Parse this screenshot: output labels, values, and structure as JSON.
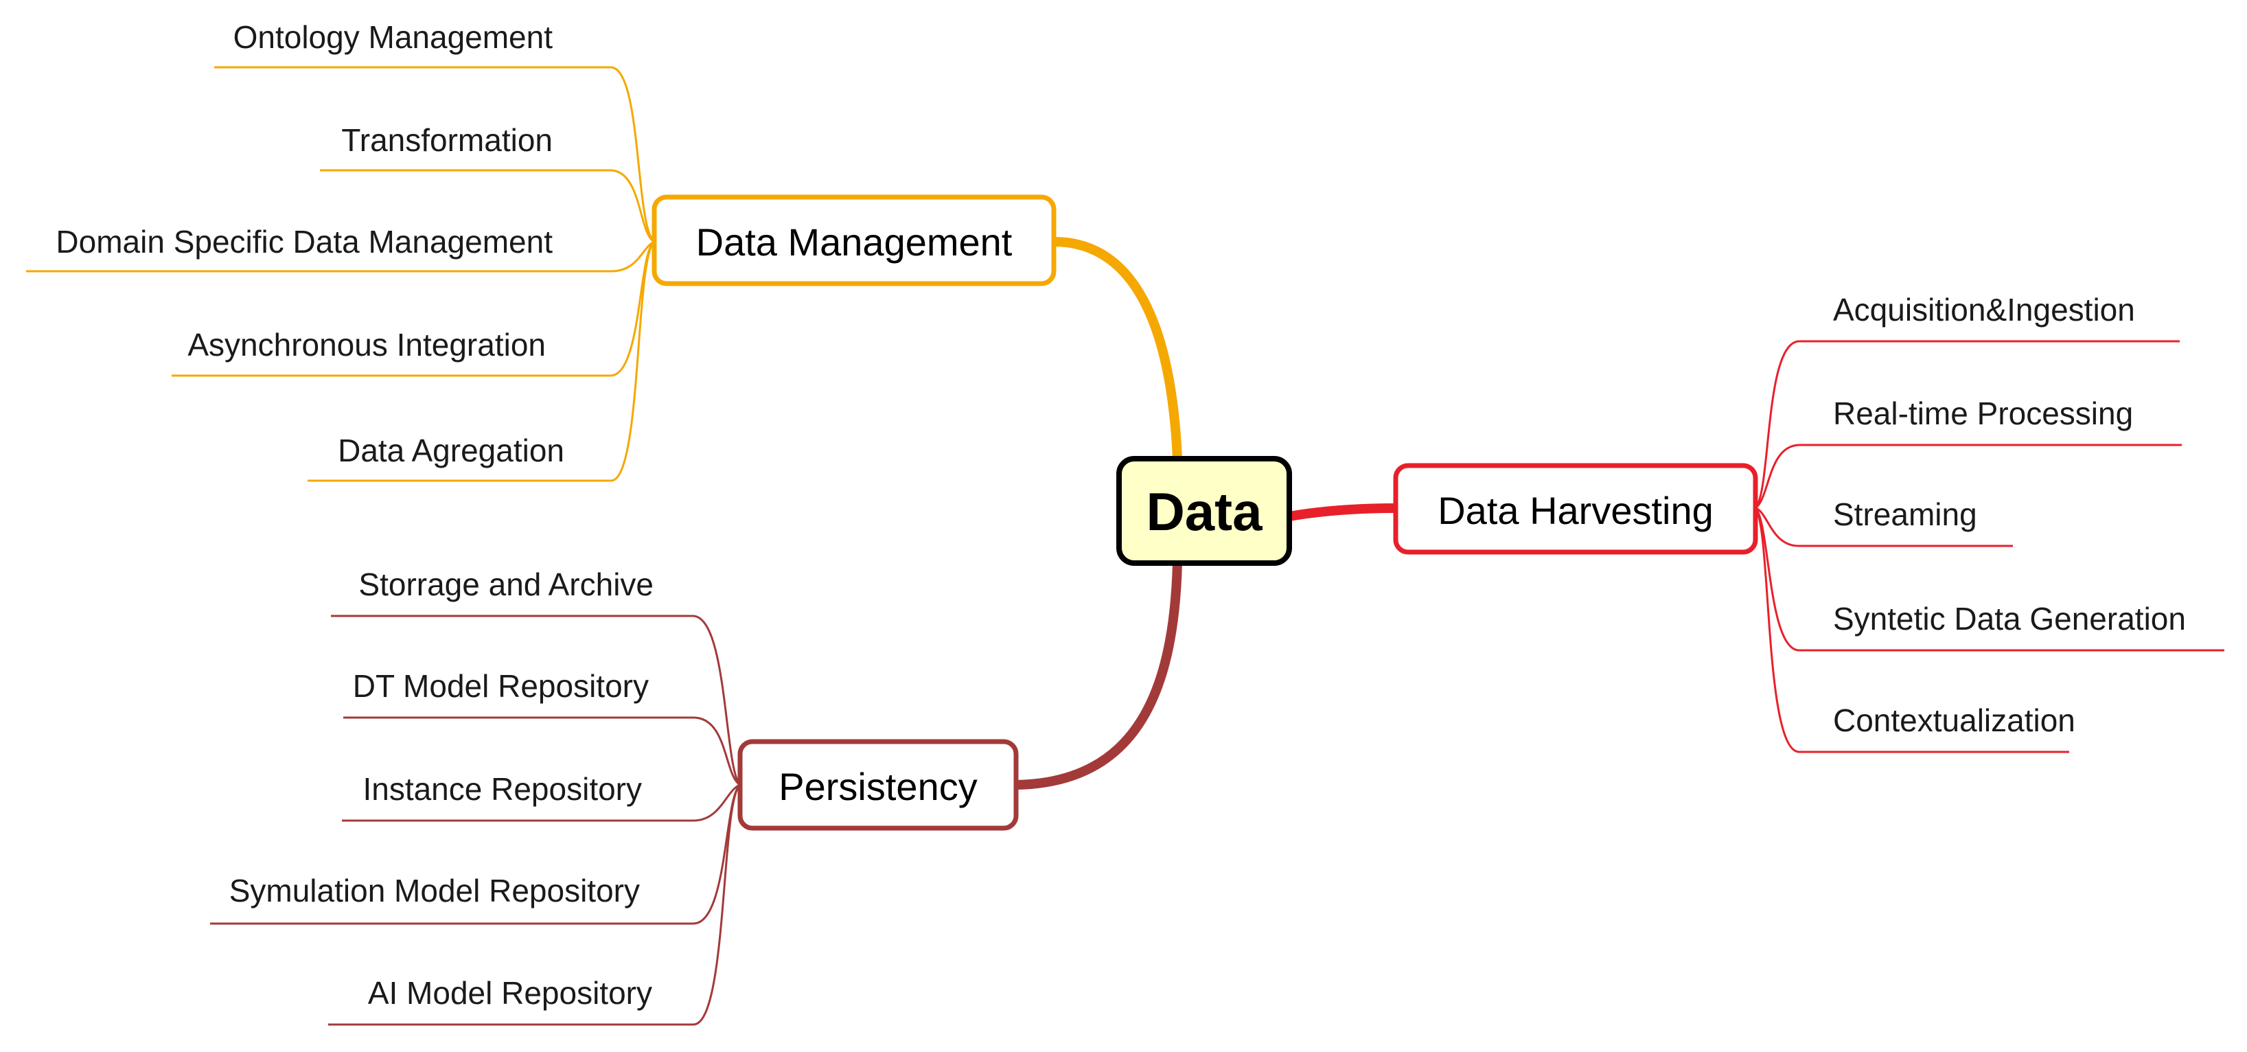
{
  "center": {
    "label": "Data",
    "fill": "#ffffc8",
    "stroke": "#000000"
  },
  "branches": {
    "management": {
      "label": "Data Management",
      "color": "#f5a800",
      "items": [
        "Ontology Management",
        "Transformation",
        "Domain Specific Data Management",
        "Asynchronous Integration",
        "Data Agregation"
      ]
    },
    "persistency": {
      "label": "Persistency",
      "color": "#a33a3a",
      "items": [
        "Storrage and Archive",
        "DT Model Repository",
        "Instance Repository",
        "Symulation Model Repository",
        "AI Model Repository"
      ]
    },
    "harvesting": {
      "label": "Data Harvesting",
      "color": "#e8202a",
      "items": [
        "Acquisition&Ingestion",
        "Real-time Processing",
        "Streaming",
        "Syntetic Data Generation",
        "Contextualization"
      ]
    }
  }
}
